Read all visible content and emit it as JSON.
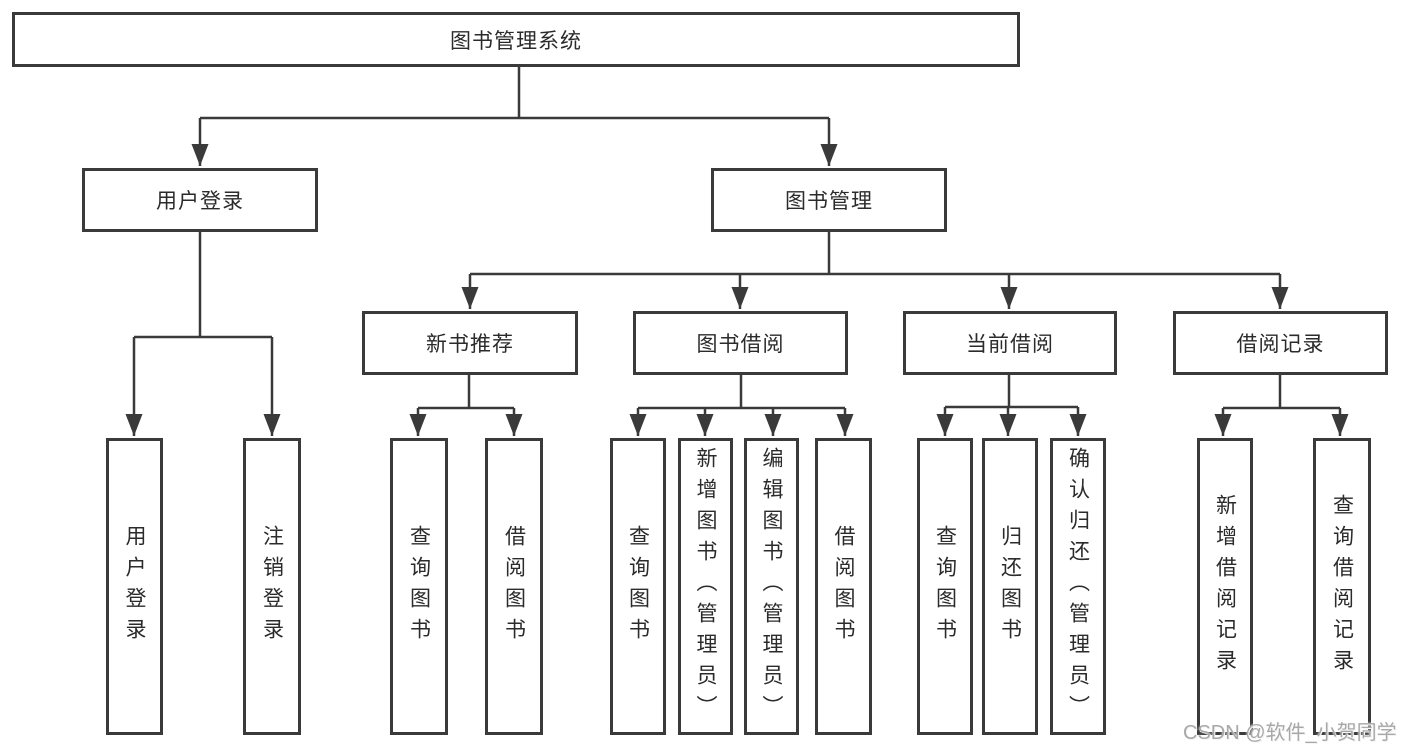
{
  "diagram_type": "hierarchy-tree",
  "tree": {
    "label": "图书管理系统",
    "children": [
      {
        "label": "用户登录",
        "children": [
          {
            "label": "用户登录"
          },
          {
            "label": "注销登录"
          }
        ]
      },
      {
        "label": "图书管理",
        "children": [
          {
            "label": "新书推荐",
            "children": [
              {
                "label": "查询图书"
              },
              {
                "label": "借阅图书"
              }
            ]
          },
          {
            "label": "图书借阅",
            "children": [
              {
                "label": "查询图书"
              },
              {
                "label": "新增图书（管理员）"
              },
              {
                "label": "编辑图书（管理员）"
              },
              {
                "label": "借阅图书"
              }
            ]
          },
          {
            "label": "当前借阅",
            "children": [
              {
                "label": "查询图书"
              },
              {
                "label": "归还图书"
              },
              {
                "label": "确认归还（管理员）"
              }
            ]
          },
          {
            "label": "借阅记录",
            "children": [
              {
                "label": "新增借阅记录"
              },
              {
                "label": "查询借阅记录"
              }
            ]
          }
        ]
      }
    ]
  },
  "watermark": "CSDN @软件_小贺同学",
  "colors": {
    "line": "#3a3a3a",
    "box_border": "#3a3a3a",
    "box_bg": "#ffffff",
    "text": "#2b2b2b",
    "watermark": "#a8a8a8"
  }
}
